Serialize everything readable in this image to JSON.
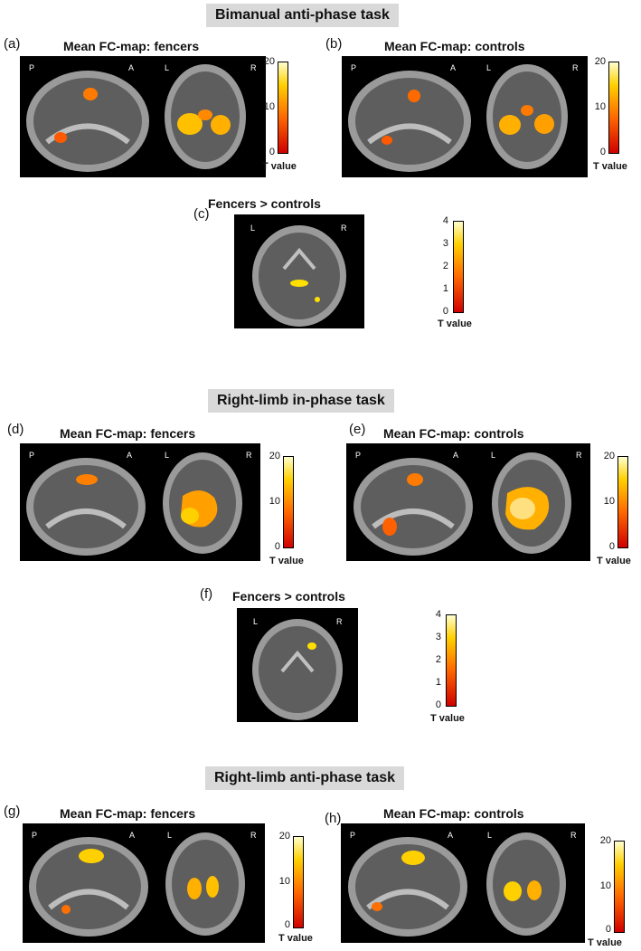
{
  "sections": {
    "s1": "Bimanual anti-phase task",
    "s2": "Right-limb in-phase task",
    "s3": "Right-limb anti-phase task"
  },
  "panels": {
    "a": {
      "letter": "(a)",
      "title": "Mean FC-map: fencers",
      "labels": [
        "P",
        "A",
        "L",
        "R"
      ]
    },
    "b": {
      "letter": "(b)",
      "title": "Mean FC-map: controls",
      "labels": [
        "P",
        "A",
        "L",
        "R"
      ]
    },
    "c": {
      "letter": "(c)",
      "title": "Fencers > controls",
      "labels": [
        "L",
        "R"
      ]
    },
    "d": {
      "letter": "(d)",
      "title": "Mean FC-map: fencers",
      "labels": [
        "P",
        "A",
        "L",
        "R"
      ]
    },
    "e": {
      "letter": "(e)",
      "title": "Mean FC-map: controls",
      "labels": [
        "P",
        "A",
        "L",
        "R"
      ]
    },
    "f": {
      "letter": "(f)",
      "title": "Fencers > controls",
      "labels": [
        "L",
        "R"
      ]
    },
    "g": {
      "letter": "(g)",
      "title": "Mean FC-map: fencers",
      "labels": [
        "P",
        "A",
        "L",
        "R"
      ]
    },
    "h": {
      "letter": "(h)",
      "title": "Mean FC-map: controls",
      "labels": [
        "P",
        "A",
        "L",
        "R"
      ]
    }
  },
  "colorbars": {
    "wide": {
      "ticks": [
        "20",
        "10",
        "0"
      ],
      "label": "T value"
    },
    "narrow": {
      "ticks": [
        "4",
        "3",
        "2",
        "1",
        "0"
      ],
      "label": "T value"
    }
  }
}
